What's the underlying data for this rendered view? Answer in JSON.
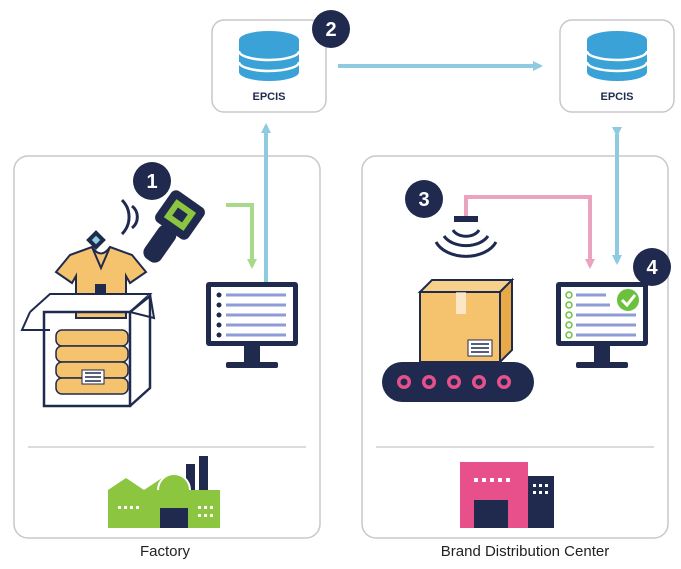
{
  "epcis_left": {
    "label": "EPCIS"
  },
  "epcis_right": {
    "label": "EPCIS"
  },
  "steps": [
    "1",
    "2",
    "3",
    "4"
  ],
  "captions": {
    "factory": "Factory",
    "distribution_center": "Brand Distribution Center"
  },
  "colors": {
    "navy": "#1f2a4e",
    "db_blue": "#3aa2d6",
    "arrow_blue": "#8ecbe0",
    "arrow_green": "#a9d98a",
    "arrow_pink": "#eaa4bf",
    "box_tan": "#f5c36e",
    "factory_green": "#8cc641",
    "dc_pink": "#e8508c",
    "check_green": "#6cc13c"
  }
}
